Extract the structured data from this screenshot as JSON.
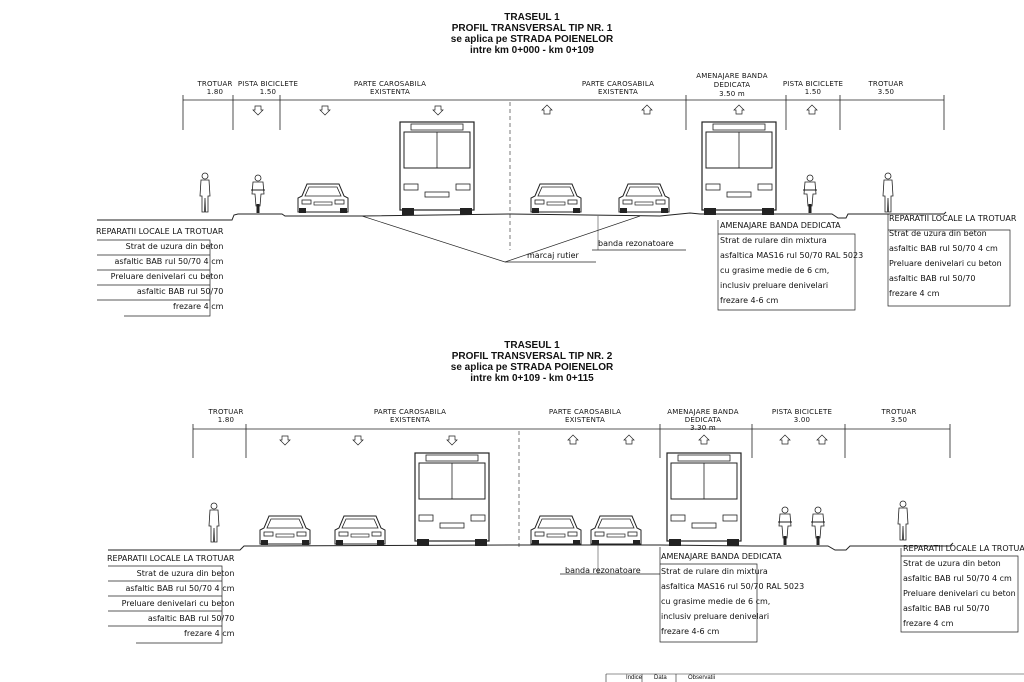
{
  "profile1": {
    "title": [
      "TRASEUL 1",
      "PROFIL TRANSVERSAL TIP NR. 1",
      "se aplica pe STRADA POIENELOR",
      "intre km 0+000 - km 0+109"
    ],
    "segments": [
      {
        "label": "TROTUAR",
        "width": "1.80"
      },
      {
        "label": "PISTA BICICLETE",
        "width": "1.50"
      },
      {
        "label": "PARTE CAROSABILA",
        "width": "EXISTENTA"
      },
      {
        "label": "PARTE CAROSABILA",
        "width": "EXISTENTA"
      },
      {
        "label": "AMENAJARE BANDA DEDICATA",
        "width": "3.50 m"
      },
      {
        "label": "PISTA BICICLETE",
        "width": "1.50"
      },
      {
        "label": "TROTUAR",
        "width": "3.50"
      }
    ],
    "note_left": [
      "REPARATII LOCALE LA TROTUAR",
      "Strat de uzura din beton",
      "asfaltic BAB rul 50/70 4 cm",
      "Preluare denivelari cu beton",
      "asfaltic BAB rul 50/70",
      "frezare 4 cm"
    ],
    "note_mid_marcaj": "marcaj rutier",
    "note_mid_banda": "banda rezonatoare",
    "note_right_a": [
      "AMENAJARE BANDA DEDICATA",
      "Strat de rulare din mixtura",
      "asfaltica MAS16 rul 50/70 RAL 5023",
      "cu grasime medie de 6 cm,",
      "inclusiv preluare denivelari",
      "frezare 4-6 cm"
    ],
    "note_right_b": [
      "REPARATII LOCALE LA TROTUAR",
      "Strat de uzura din beton",
      "asfaltic BAB rul 50/70 4 cm",
      "Preluare denivelari cu beton",
      "asfaltic BAB rul 50/70",
      "frezare 4 cm"
    ]
  },
  "profile2": {
    "title": [
      "TRASEUL 1",
      "PROFIL TRANSVERSAL TIP NR. 2",
      "se aplica pe STRADA POIENELOR",
      "intre km 0+109 - km 0+115"
    ],
    "segments": [
      {
        "label": "TROTUAR",
        "width": "1.80"
      },
      {
        "label": "PARTE CAROSABILA",
        "width": "EXISTENTA"
      },
      {
        "label": "PARTE CAROSABILA",
        "width": "EXISTENTA"
      },
      {
        "label": "AMENAJARE BANDA DEDICATA",
        "width": "3.30 m"
      },
      {
        "label": "PISTA BICICLETE",
        "width": "3.00"
      },
      {
        "label": "TROTUAR",
        "width": "3.50"
      }
    ],
    "note_left": [
      "REPARATII LOCALE LA TROTUAR",
      "Strat de uzura din beton",
      "asfaltic BAB rul 50/70 4 cm",
      "Preluare denivelari cu beton",
      "asfaltic BAB rul 50/70",
      "frezare 4 cm"
    ],
    "note_mid_banda": "banda rezonatoare",
    "note_right_a": [
      "AMENAJARE BANDA DEDICATA",
      "Strat de rulare din mixtura",
      "asfaltica MAS16 rul 50/70 RAL 5023",
      "cu grasime medie de 6 cm,",
      "inclusiv preluare denivelari",
      "frezare 4-6 cm"
    ],
    "note_right_b": [
      "REPARATII LOCALE LA TROTUAR",
      "Strat de uzura din beton",
      "asfaltic BAB rul 50/70 4 cm",
      "Preluare denivelari cu beton",
      "asfaltic BAB rul 50/70",
      "frezare 4 cm"
    ]
  },
  "title_block": {
    "col1": "Indice",
    "col2": "Data",
    "col3": "Observatii"
  }
}
